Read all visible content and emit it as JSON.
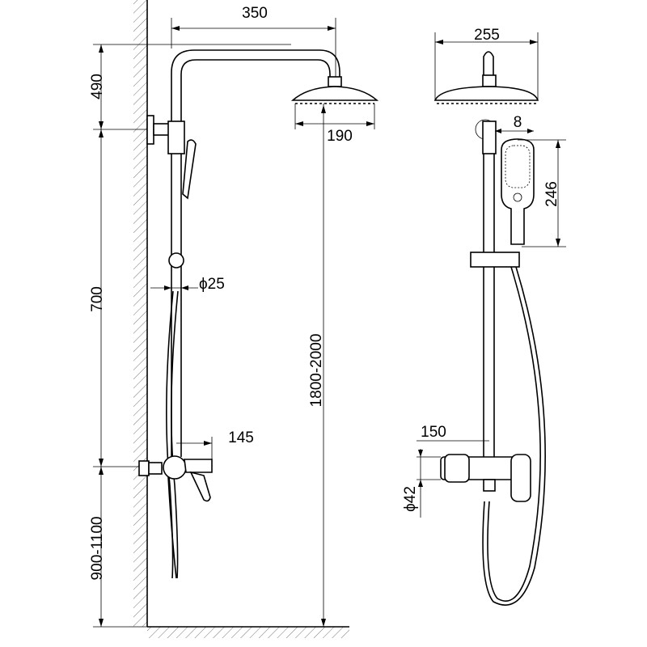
{
  "side_view": {
    "arm_length": "350",
    "head_to_bracket": "490",
    "head_diameter": "190",
    "bracket_to_mixer": "700",
    "pole_diameter": "ϕ25",
    "total_height": "1800-2000",
    "mixer_projection": "145",
    "mixer_height": "900-1100"
  },
  "front_view": {
    "head_width": "255",
    "hand_offset": "8",
    "hand_length": "246",
    "mixer_spacing": "150",
    "mixer_diameter": "ϕ42"
  }
}
